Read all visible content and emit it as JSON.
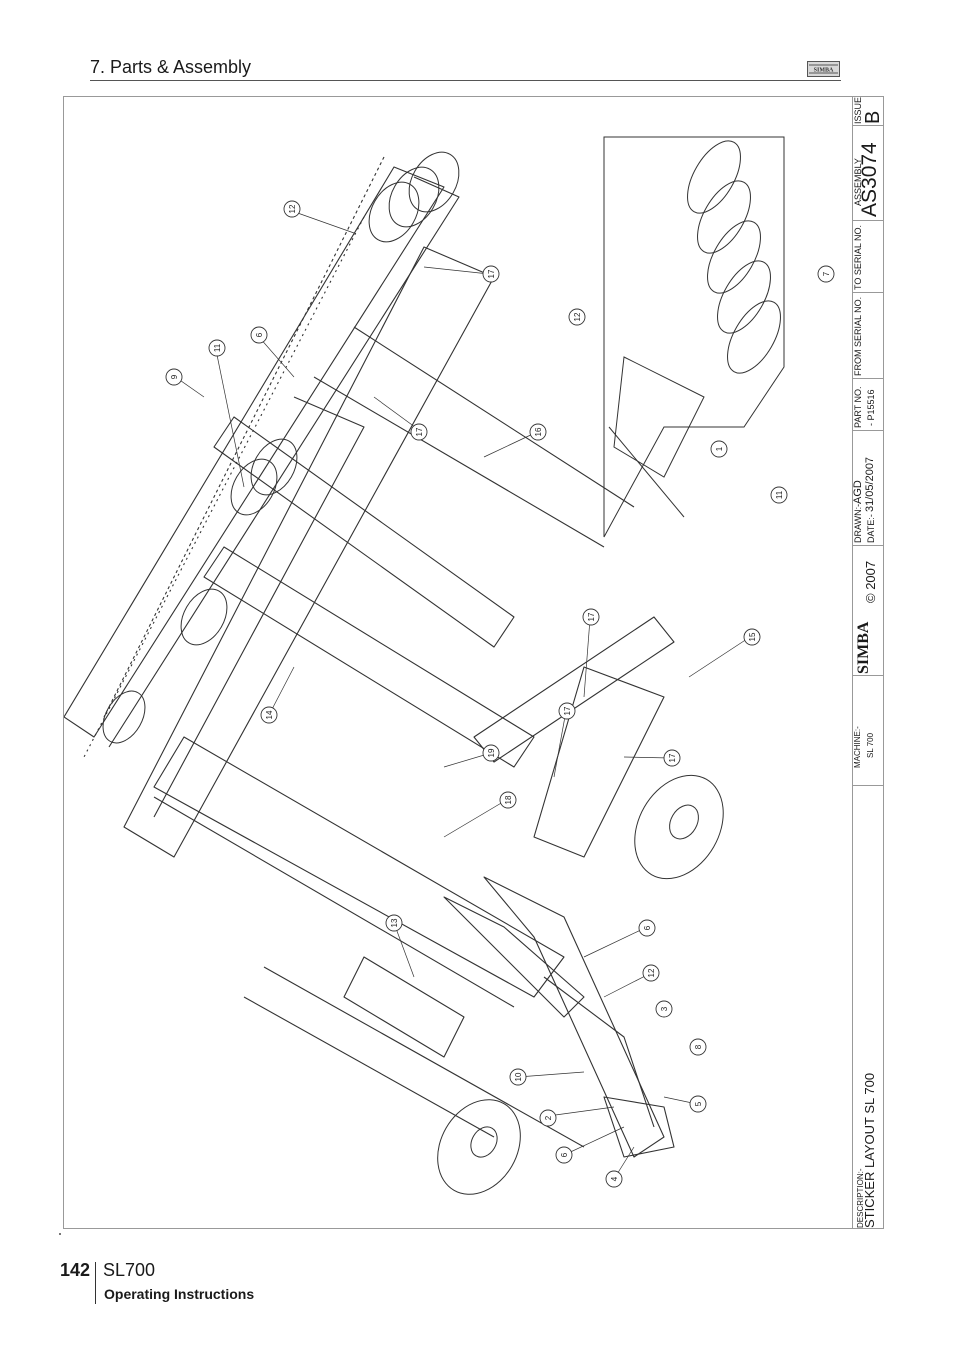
{
  "header": {
    "section_title": "7. Parts & Assembly",
    "logo_text": "SIMBA"
  },
  "title_block": {
    "issue_label": "ISSUE",
    "issue_value": "B",
    "assembly_label": "ASSEMBLY",
    "assembly_value": "AS3074",
    "to_serial_label": "TO SERIAL NO.",
    "from_serial_label": "FROM SERIAL NO.",
    "part_no_label": "PART NO.",
    "part_no_value": "- P15516",
    "drawn_label": "DRAWN:-",
    "drawn_value": "AGD",
    "date_label": "DATE:-",
    "date_value": "31/05/2007",
    "brand": "SIMBA",
    "copyright": "© 2007",
    "machine_label": "MACHINE:-",
    "machine_value": "SL 700",
    "description_label": "DESCRIPTION:-",
    "description_value": "STICKER LAYOUT SL 700"
  },
  "callouts": [
    "12",
    "17",
    "6",
    "11",
    "9",
    "17",
    "16",
    "7",
    "12",
    "1",
    "11",
    "17",
    "15",
    "14",
    "17",
    "19",
    "17",
    "18",
    "13",
    "6",
    "12",
    "3",
    "8",
    "10",
    "2",
    "5",
    "6",
    "4"
  ],
  "footer": {
    "page_number": "142",
    "product": "SL700",
    "subtitle": "Operating Instructions"
  }
}
